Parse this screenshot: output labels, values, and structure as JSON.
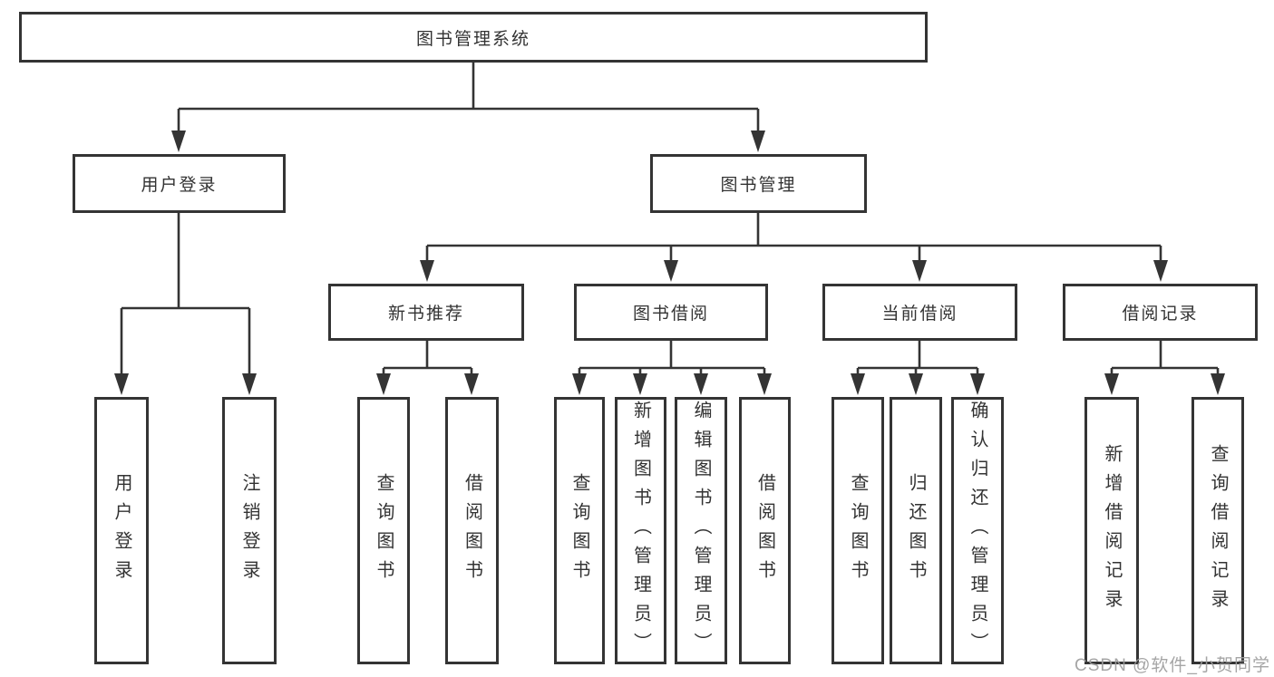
{
  "nodes": {
    "root": "图书管理系统",
    "level2": [
      "用户登录",
      "图书管理"
    ],
    "level3": [
      "新书推荐",
      "图书借阅",
      "当前借阅",
      "借阅记录"
    ],
    "leaves_user_login": [
      "用户登录",
      "注销登录"
    ],
    "leaves_new_book": [
      "查询图书",
      "借阅图书"
    ],
    "leaves_book_borrow": [
      "查询图书",
      "新增图书（管理员）",
      "编辑图书（管理员）",
      "借阅图书"
    ],
    "leaves_current_borrow": [
      "查询图书",
      "归还图书",
      "确认归还（管理员）"
    ],
    "leaves_borrow_record": [
      "新增借阅记录",
      "查询借阅记录"
    ]
  },
  "watermark": "CSDN @软件_小贺同学",
  "colors": {
    "line": "#343434",
    "text": "#333333",
    "background": "#ffffff",
    "watermark": "#9e9e9e"
  }
}
